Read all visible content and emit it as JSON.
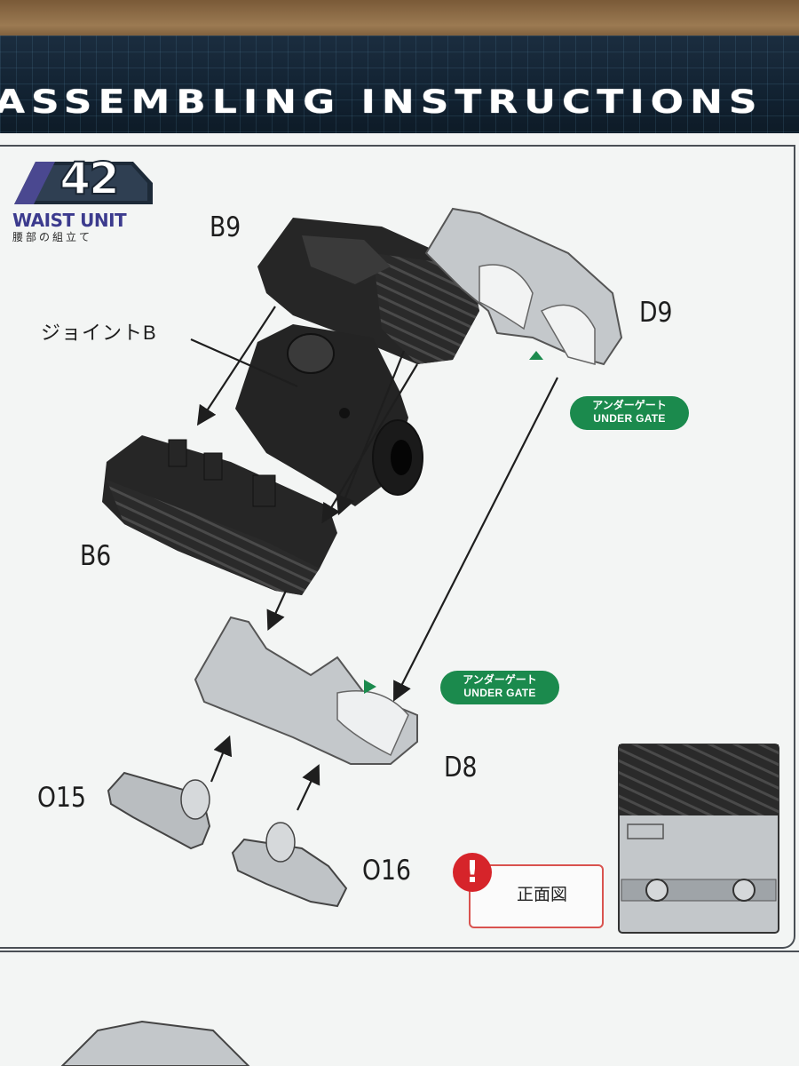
{
  "header": {
    "title": "ASSEMBLING INSTRUCTIONS"
  },
  "step": {
    "number": "42",
    "title": "WAIST UNIT",
    "subtitle": "腰部の組立て"
  },
  "parts": {
    "b9": "B9",
    "b6": "B6",
    "d9": "D9",
    "d8": "D8",
    "o15": "O15",
    "o16": "O16",
    "joint": "ジョイントB"
  },
  "gates": [
    {
      "jp": "アンダーゲート",
      "en": "UNDER GATE"
    },
    {
      "jp": "アンダーゲート",
      "en": "UNDER GATE"
    }
  ],
  "notice": {
    "icon": "!",
    "text": "正面図"
  },
  "colors": {
    "banner": "#14263a",
    "gate_green": "#1b8a4d",
    "notice_red": "#d6242a",
    "step_purple": "#3c3b8e",
    "part_black": "#262626",
    "part_gray": "#b7bcc0"
  }
}
